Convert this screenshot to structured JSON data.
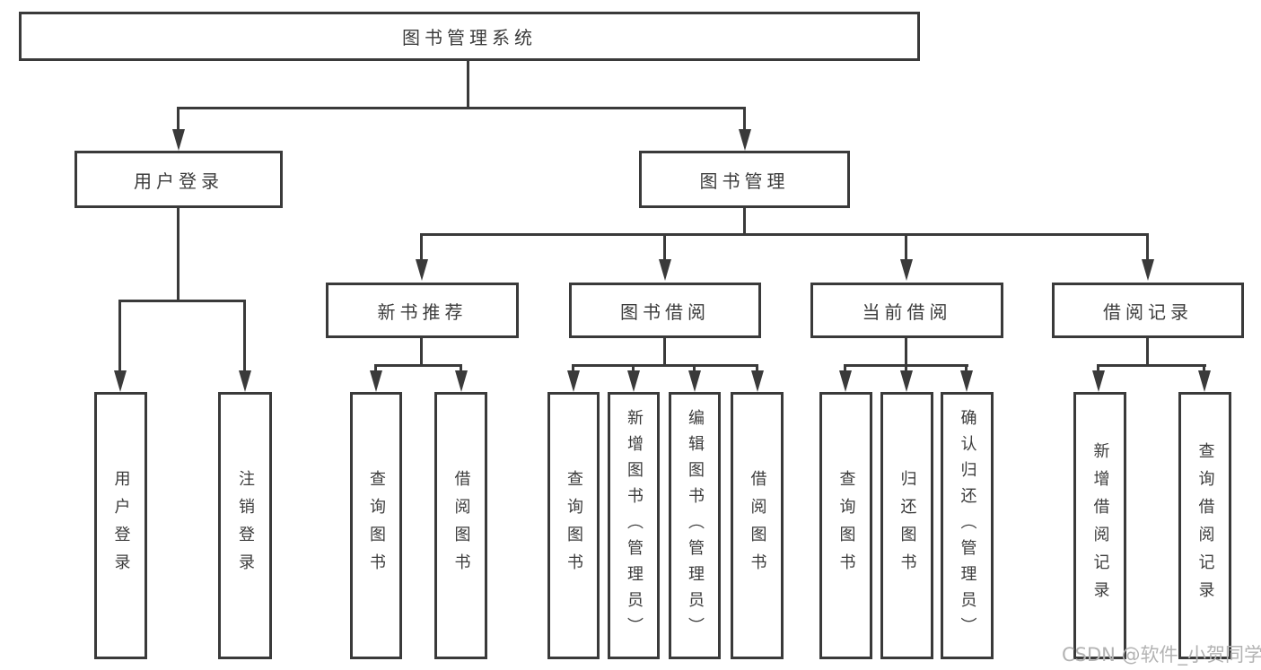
{
  "diagram": {
    "root": {
      "label": "图书管理系统"
    },
    "branches": [
      {
        "label": "用户登录",
        "children": [
          {
            "label": "用户登录"
          },
          {
            "label": "注销登录"
          }
        ]
      },
      {
        "label": "图书管理",
        "children": [
          {
            "label": "新书推荐",
            "children": [
              {
                "label": "查询图书"
              },
              {
                "label": "借阅图书"
              }
            ]
          },
          {
            "label": "图书借阅",
            "children": [
              {
                "label": "查询图书"
              },
              {
                "label": "新增图书（管理员）"
              },
              {
                "label": "编辑图书（管理员）"
              },
              {
                "label": "借阅图书"
              }
            ]
          },
          {
            "label": "当前借阅",
            "children": [
              {
                "label": "查询图书"
              },
              {
                "label": "归还图书"
              },
              {
                "label": "确认归还（管理员）"
              }
            ]
          },
          {
            "label": "借阅记录",
            "children": [
              {
                "label": "新增借阅记录"
              },
              {
                "label": "查询借阅记录"
              }
            ]
          }
        ]
      }
    ]
  },
  "watermark": {
    "text": "CSDN @软件_小贺同学"
  },
  "colors": {
    "line": "#3a3a3a",
    "text": "#3c3c3c",
    "watermark": "#b3b3b3",
    "background": "#ffffff"
  }
}
